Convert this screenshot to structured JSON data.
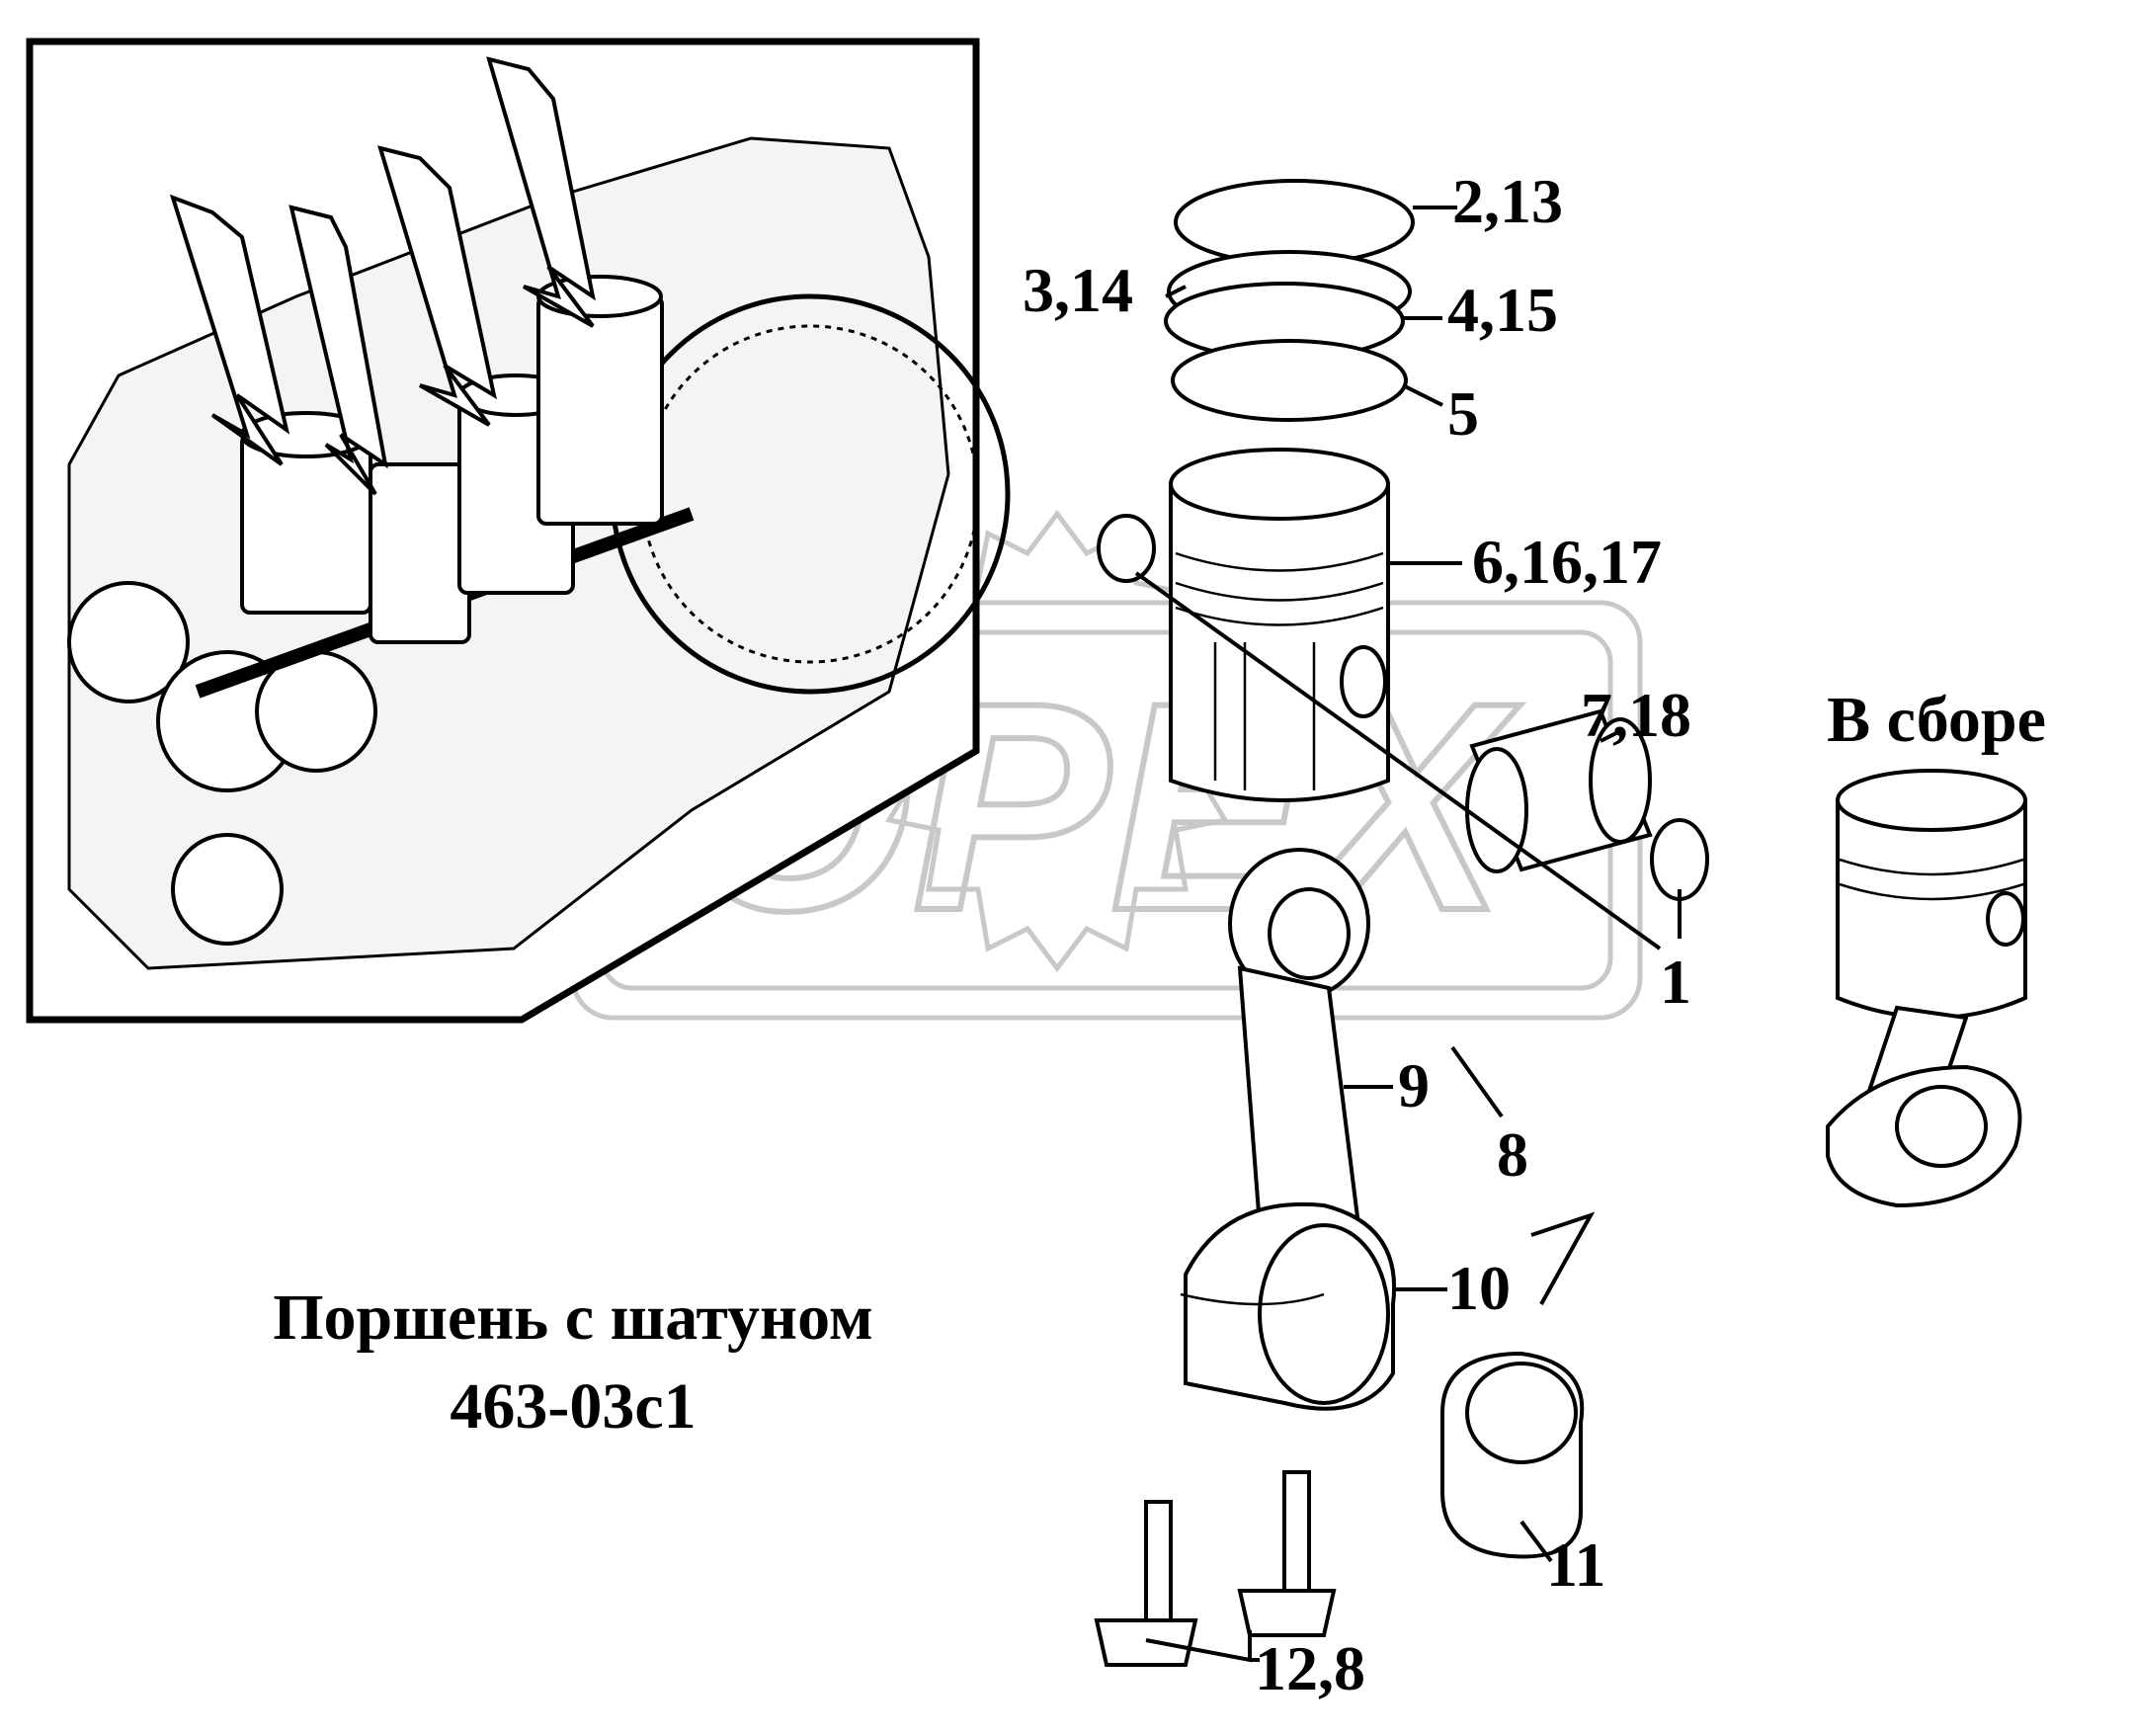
{
  "watermark": "OPEX",
  "caption": {
    "line1": "Поршень с шатуном",
    "line2": "463-03с1"
  },
  "assembled_label": "В сборе",
  "callouts": [
    {
      "id": "rings-top",
      "text": "2,13"
    },
    {
      "id": "ring-left",
      "text": "3,14"
    },
    {
      "id": "ring-mid",
      "text": "4,15"
    },
    {
      "id": "ring-bottom",
      "text": "5"
    },
    {
      "id": "piston",
      "text": "6,16,17"
    },
    {
      "id": "pin",
      "text": "7,18"
    },
    {
      "id": "circlip",
      "text": "1"
    },
    {
      "id": "rod",
      "text": "9"
    },
    {
      "id": "assembly",
      "text": "8"
    },
    {
      "id": "cap",
      "text": "10"
    },
    {
      "id": "bearing",
      "text": "11"
    },
    {
      "id": "bolts",
      "text": "12,8"
    }
  ]
}
